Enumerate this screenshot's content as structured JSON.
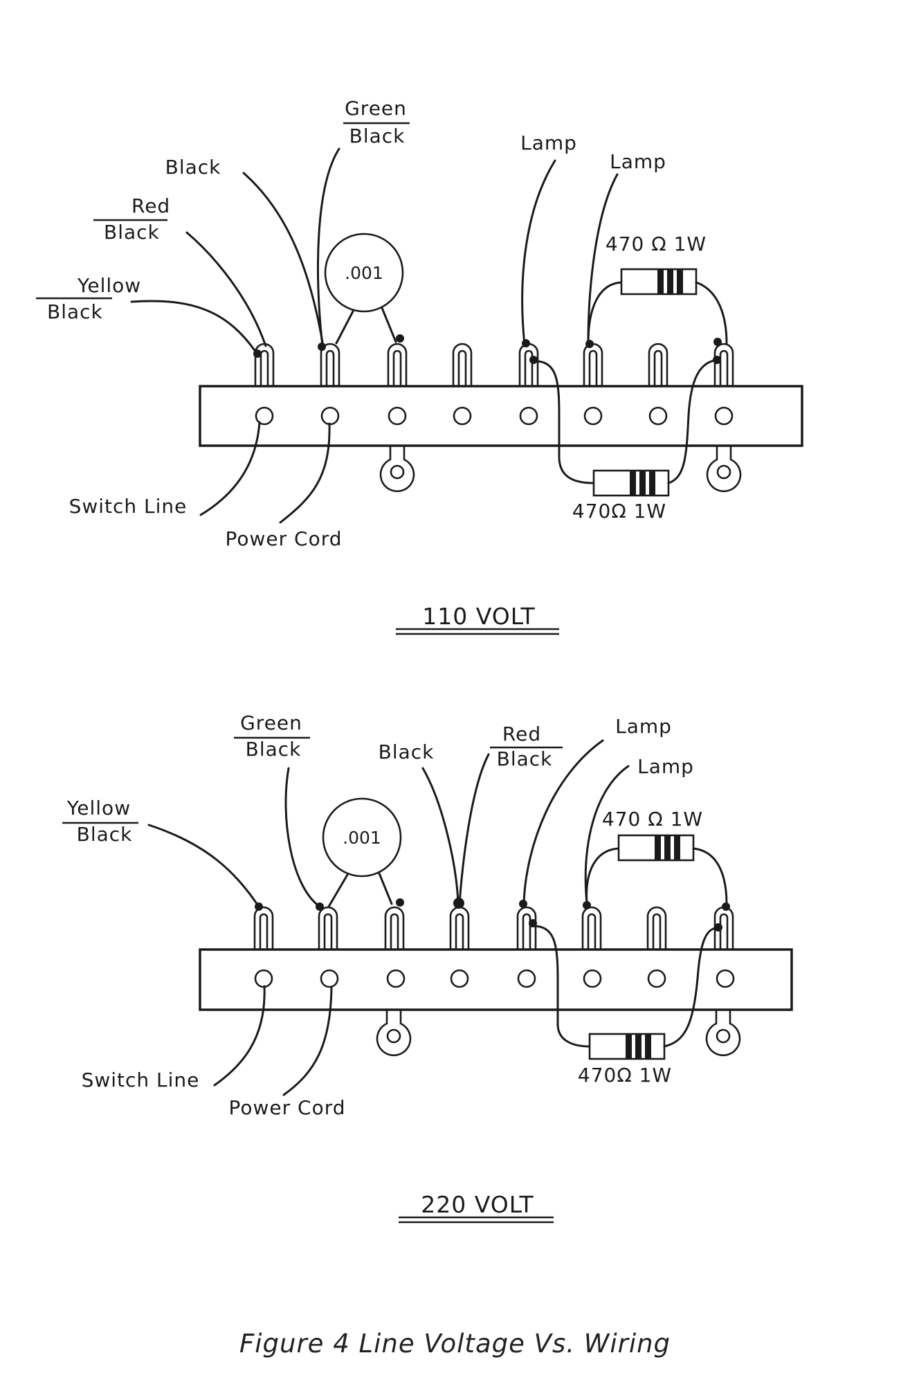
{
  "diagram_110": {
    "title": "110 VOLT",
    "capacitor": ".001",
    "labels": {
      "yellow": "Yellow",
      "yellow_black": "Black",
      "red": "Red",
      "red_black": "Black",
      "black": "Black",
      "green": "Green",
      "green_black": "Black",
      "lamp1": "Lamp",
      "lamp2": "Lamp",
      "resistor_top": "470 Ω 1W",
      "resistor_bottom": "470Ω 1W",
      "switch_line": "Switch Line",
      "power_cord": "Power Cord"
    }
  },
  "diagram_220": {
    "title": "220 VOLT",
    "capacitor": ".001",
    "labels": {
      "yellow": "Yellow",
      "yellow_black": "Black",
      "green": "Green",
      "green_black": "Black",
      "black": "Black",
      "red": "Red",
      "red_black": "Black",
      "lamp1": "Lamp",
      "lamp2": "Lamp",
      "resistor_top": "470 Ω 1W",
      "resistor_bottom": "470Ω 1W",
      "switch_line": "Switch Line",
      "power_cord": "Power Cord"
    }
  },
  "caption": "Figure 4  Line Voltage Vs. Wiring"
}
